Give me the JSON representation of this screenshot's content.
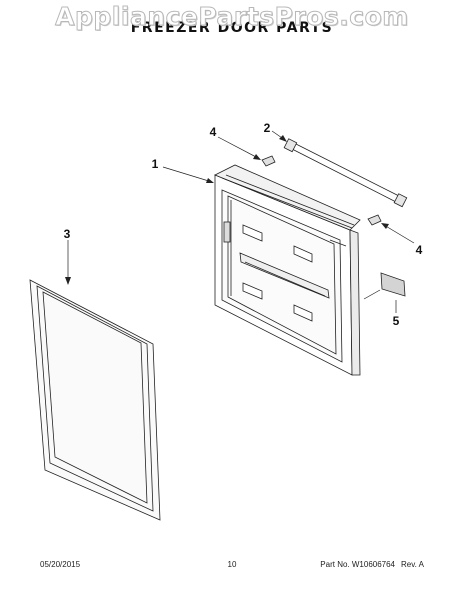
{
  "watermark": "AppliancePartsPros.com",
  "title": "FREEZER DOOR PARTS",
  "callouts": {
    "c1": "1",
    "c2": "2",
    "c3": "3",
    "c4a": "4",
    "c4b": "4",
    "c5": "5"
  },
  "footer": {
    "date": "05/20/2015",
    "page": "10",
    "part_number": "Part No. W10606764",
    "revision": "Rev. A"
  }
}
